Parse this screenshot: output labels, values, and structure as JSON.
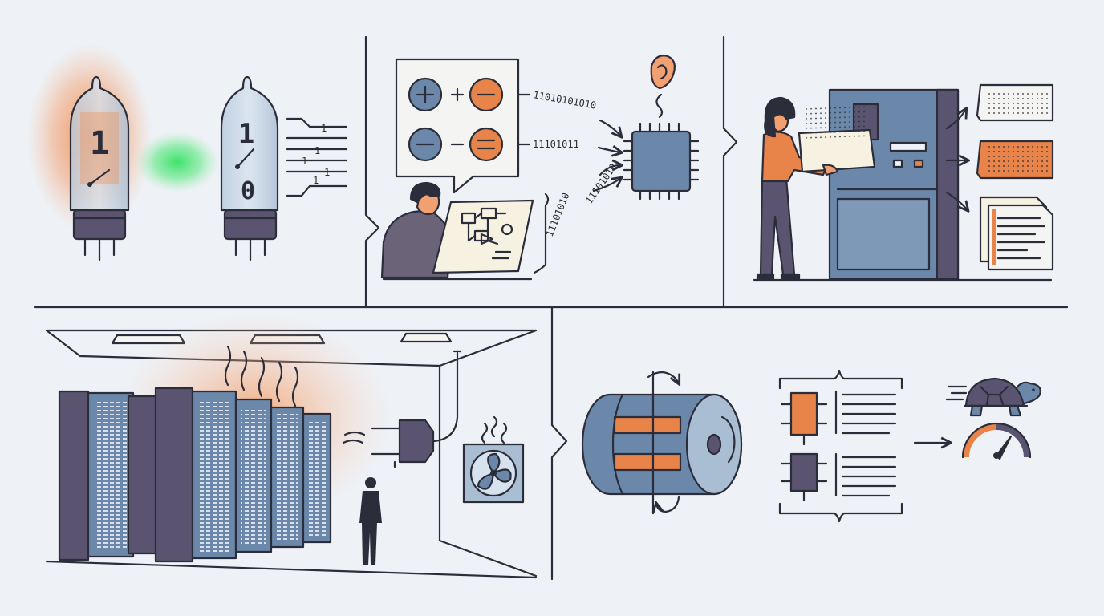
{
  "colors": {
    "background": "#eef1f6",
    "ink": "#2b2d3a",
    "blue": "#6b88aa",
    "blue_light": "#a9bdd3",
    "purple": "#5b5470",
    "orange": "#e8834a",
    "green_glow": "#3ee26a",
    "paper": "#f7f1e1"
  },
  "panels": {
    "vacuum_tubes": {
      "tube_on_digit": "1",
      "tube_off_digits": [
        "1",
        "0"
      ],
      "signal_bits": [
        "1",
        "1",
        "1",
        "1",
        "1"
      ]
    },
    "programming": {
      "binary_rows": [
        "11010101010",
        "11101011",
        "11101010"
      ],
      "binary_left": "11101010"
    }
  },
  "icons": [
    "vacuum-tube-icon",
    "green-glow-icon",
    "plus-icon",
    "minus-icon",
    "equals-icon",
    "microchip-icon",
    "ear-icon",
    "speech-bubble-icon",
    "punch-card-icon",
    "computer-cabinet-icon",
    "document-icon",
    "server-rack-icon",
    "heat-waves-icon",
    "power-plug-icon",
    "fan-icon",
    "ceiling-light-icon",
    "magnetic-drum-icon",
    "rotation-arrow-icon",
    "transistor-icon",
    "brace-icon",
    "arrow-right-icon",
    "turtle-icon",
    "speedometer-icon"
  ]
}
